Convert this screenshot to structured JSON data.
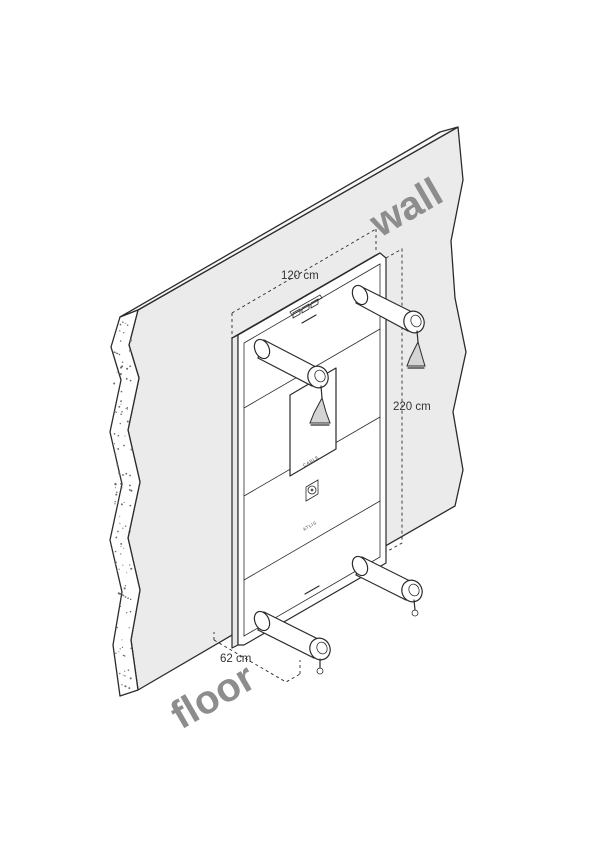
{
  "labels": {
    "wall": "wall",
    "floor": "floor",
    "width": "120 cm",
    "height": "220 cm",
    "depth": "62 cm",
    "brand": "ATLIS",
    "badge": "CABLE"
  },
  "colors": {
    "line": "#2b2b2b",
    "wall_face": "#ebebeb",
    "label_gray": "#8d8d8d"
  }
}
